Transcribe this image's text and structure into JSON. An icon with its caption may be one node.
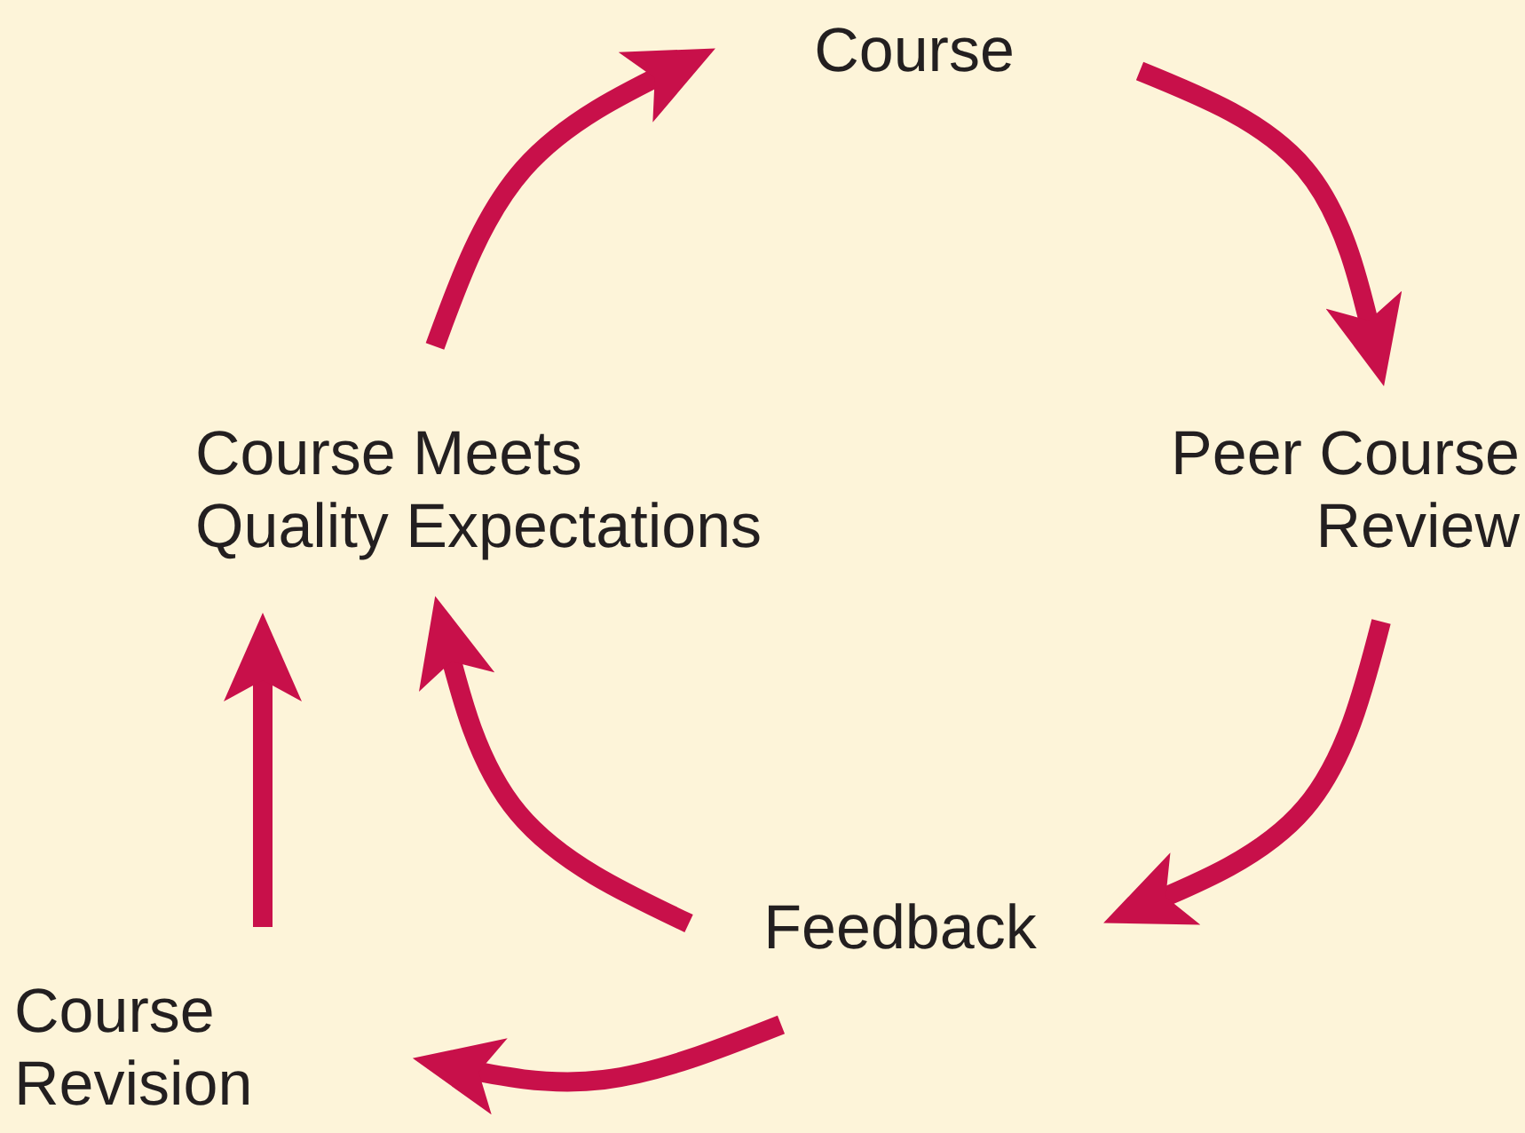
{
  "diagram": {
    "nodes": [
      {
        "text": [
          "Course"
        ]
      },
      {
        "text": [
          "Peer Course Review"
        ]
      },
      {
        "text": [
          "Feedback"
        ]
      },
      {
        "text": [
          "Course Revision"
        ]
      },
      {
        "text": [
          "Course Meets Quality Expectations"
        ]
      }
    ],
    "edges": [
      {
        "from": 0,
        "to": 1,
        "arrow": "to"
      },
      {
        "from": 1,
        "to": 2,
        "arrow": "to"
      },
      {
        "from": 2,
        "to": 4,
        "arrow": "to"
      },
      {
        "from": 2,
        "to": 3,
        "arrow": "to"
      },
      {
        "from": 3,
        "to": 4,
        "arrow": "to"
      },
      {
        "from": 4,
        "to": 0,
        "arrow": "to"
      }
    ]
  }
}
